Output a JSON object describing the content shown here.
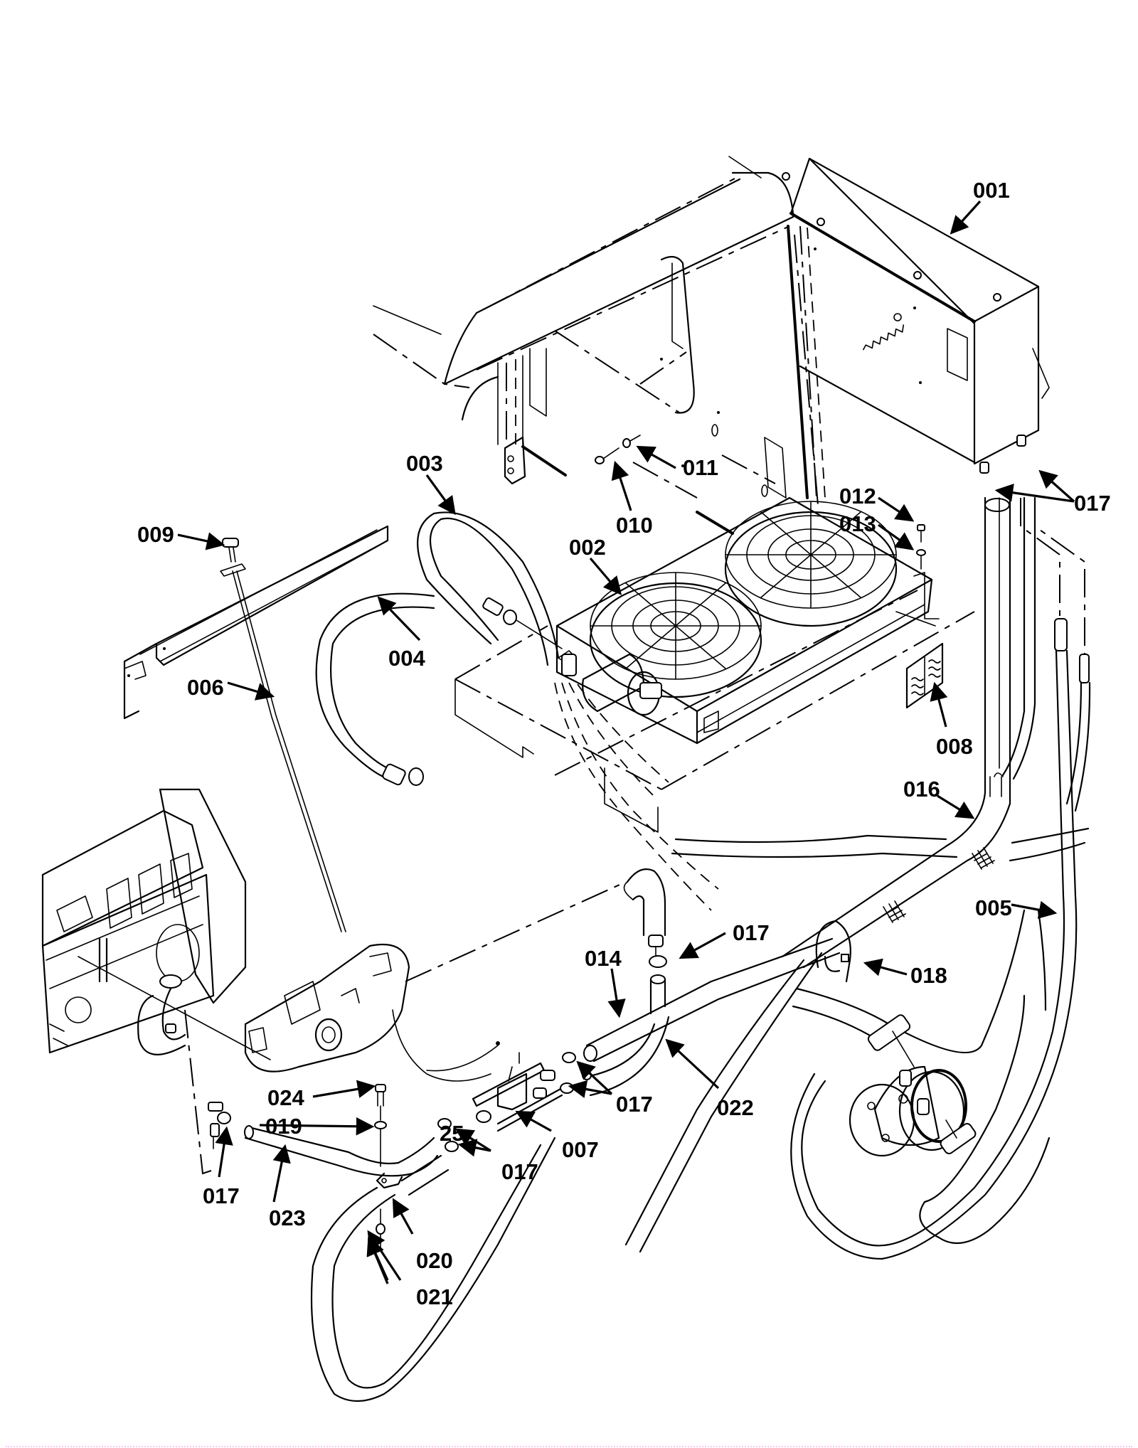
{
  "diagram": {
    "title": "Air conditioning installation — exploded parts view",
    "colors": {
      "ink": "#000000",
      "paper": "#ffffff",
      "footer_rule": "#f6c8f0"
    },
    "callouts": [
      {
        "id": "c001",
        "label": "001",
        "part": "evaporator-housing"
      },
      {
        "id": "c002",
        "label": "002",
        "part": "condenser-unit"
      },
      {
        "id": "c003",
        "label": "003",
        "part": "hose-loop"
      },
      {
        "id": "c004",
        "label": "004",
        "part": "hose-assembly"
      },
      {
        "id": "c005",
        "label": "005",
        "part": "compressor-hose"
      },
      {
        "id": "c006",
        "label": "006",
        "part": "control-cable"
      },
      {
        "id": "c007",
        "label": "007",
        "part": "heater-valve"
      },
      {
        "id": "c008",
        "label": "008",
        "part": "decal"
      },
      {
        "id": "c009",
        "label": "009",
        "part": "cable-knob"
      },
      {
        "id": "c010",
        "label": "010",
        "part": "screw"
      },
      {
        "id": "c011",
        "label": "011",
        "part": "washer"
      },
      {
        "id": "c012",
        "label": "012",
        "part": "bolt"
      },
      {
        "id": "c013",
        "label": "013",
        "part": "washer"
      },
      {
        "id": "c014",
        "label": "014",
        "part": "heater-hose"
      },
      {
        "id": "c016",
        "label": "016",
        "part": "insulation-sleeve"
      },
      {
        "id": "c017a",
        "label": "017",
        "part": "hose-clamp"
      },
      {
        "id": "c017b",
        "label": "017",
        "part": "hose-clamp"
      },
      {
        "id": "c017c",
        "label": "017",
        "part": "hose-clamp"
      },
      {
        "id": "c017d",
        "label": "017",
        "part": "hose-clamp"
      },
      {
        "id": "c017e",
        "label": "017",
        "part": "hose-clamp"
      },
      {
        "id": "c018",
        "label": "018",
        "part": "cable-tie"
      },
      {
        "id": "c019",
        "label": "019",
        "part": "washer"
      },
      {
        "id": "c020",
        "label": "020",
        "part": "hose-clip"
      },
      {
        "id": "c021",
        "label": "021",
        "part": "nut"
      },
      {
        "id": "c022",
        "label": "022",
        "part": "heater-hose"
      },
      {
        "id": "c023",
        "label": "023",
        "part": "heater-hose"
      },
      {
        "id": "c024",
        "label": "024",
        "part": "bolt"
      },
      {
        "id": "c025",
        "label": "25",
        "part": "overlapping-reference"
      }
    ]
  }
}
